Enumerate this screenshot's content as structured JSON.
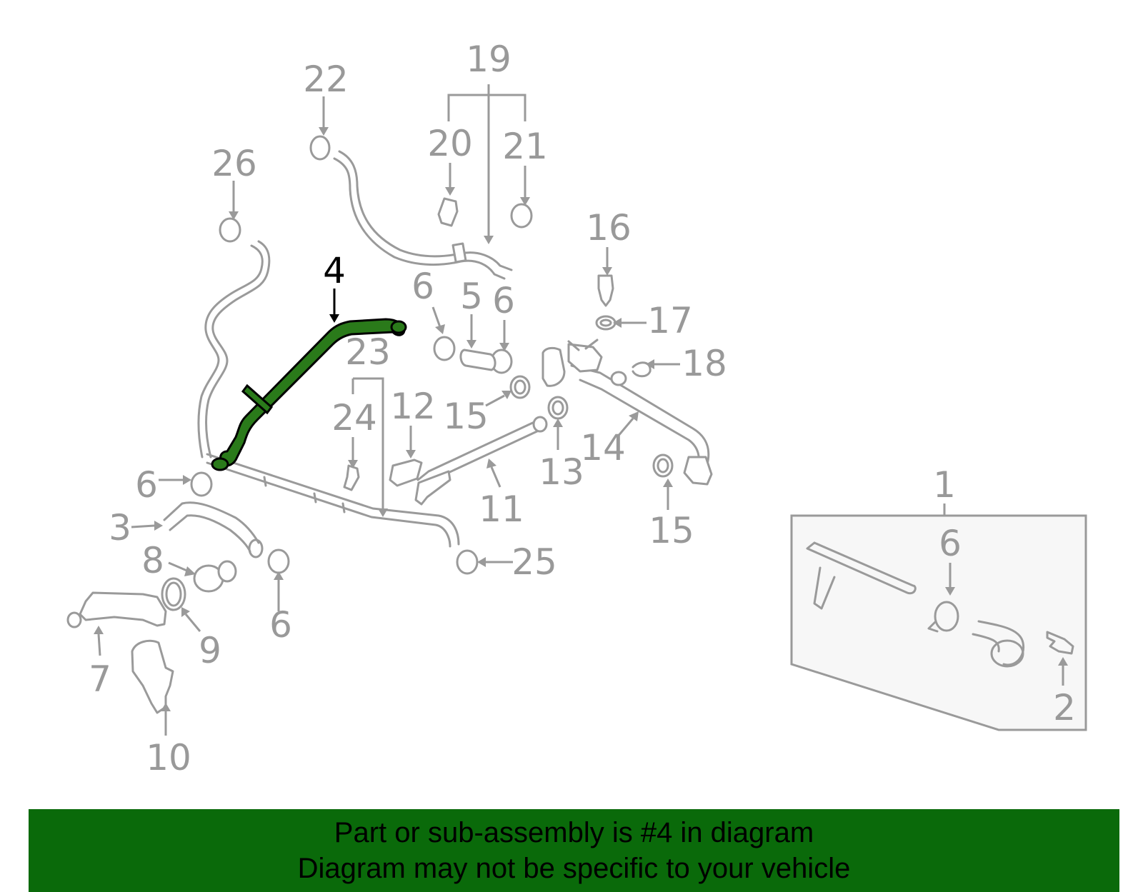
{
  "highlight_color": "#2a7a1a",
  "banner_color": "#0a6a0a",
  "callout_color": "#999999",
  "highlighted_part": "4",
  "callouts": {
    "c1": "1",
    "c2": "2",
    "c3": "3",
    "c4": "4",
    "c5": "5",
    "c6a": "6",
    "c6b": "6",
    "c6c": "6",
    "c6d": "6",
    "c6e": "6",
    "c7": "7",
    "c8": "8",
    "c9": "9",
    "c10": "10",
    "c11": "11",
    "c12": "12",
    "c13": "13",
    "c14": "14",
    "c15a": "15",
    "c15b": "15",
    "c16": "16",
    "c17": "17",
    "c18": "18",
    "c19": "19",
    "c20": "20",
    "c21": "21",
    "c22": "22",
    "c23": "23",
    "c24": "24",
    "c25": "25",
    "c26": "26"
  },
  "banner": {
    "line1": "Part or sub-assembly is #4 in diagram",
    "line2": "Diagram may not be specific to your vehicle"
  }
}
